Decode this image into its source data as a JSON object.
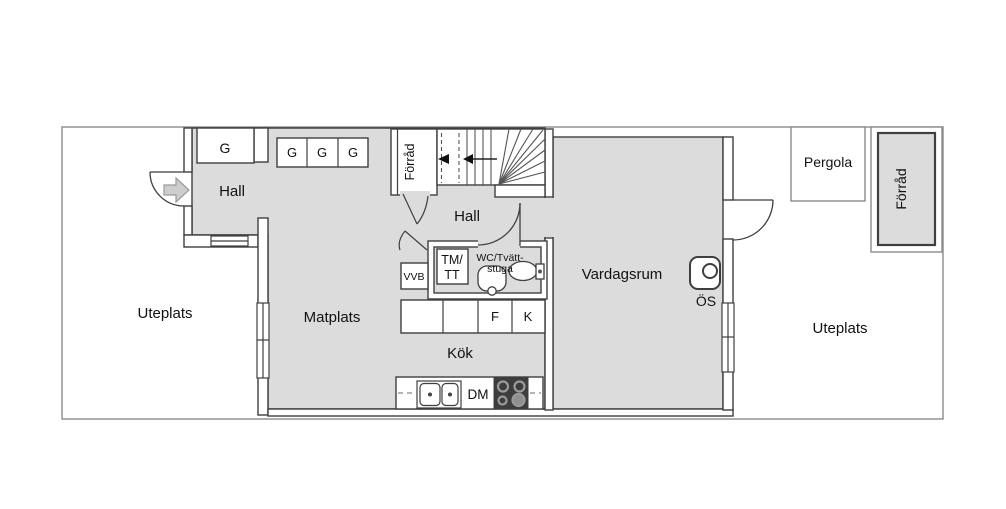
{
  "floorplan": {
    "rooms": {
      "hall_front": "Hall",
      "hall_inner": "Hall",
      "matplats": "Matplats",
      "kok": "Kök",
      "vardagsrum": "Vardagsrum",
      "uteplats_left": "Uteplats",
      "uteplats_right": "Uteplats",
      "pergola": "Pergola",
      "forrad_stair": "Förråd",
      "forrad_garden": "Förråd",
      "wc_line1": "WC/Tvätt-",
      "wc_line2": "stuga"
    },
    "fixtures": {
      "wardrobe_1": "G",
      "wardrobe_2": "G",
      "wardrobe_3": "G",
      "wardrobe_4": "G",
      "water_heater": "VVB",
      "washer_line1": "TM/",
      "washer_line2": "TT",
      "freezer": "F",
      "fridge": "K",
      "dishwasher": "DM",
      "fireplace": "ÖS"
    },
    "colors": {
      "floor": "#dcdcdc",
      "wall_line": "#3f3f3f",
      "boundary_line": "#8c8c8c",
      "stove": "#3d3d3d",
      "paper": "#ffffff",
      "arrow_fill": "#cdcdcd"
    }
  }
}
